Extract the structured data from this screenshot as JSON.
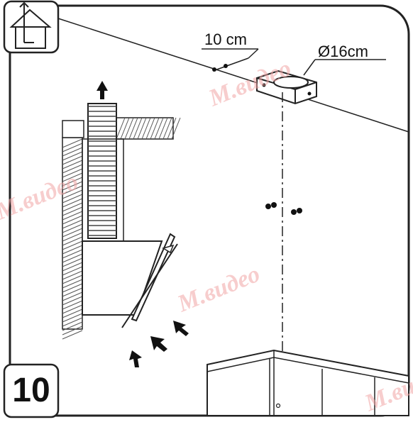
{
  "step": {
    "number": "10"
  },
  "annotations": {
    "hole_spacing": "10 cm",
    "duct_diameter": "Ø16cm"
  },
  "watermark": {
    "text": "М.видео"
  },
  "icons": {
    "corner": "house-chimney-icon",
    "airflow": "arrow-icon"
  },
  "colors": {
    "line": "#111111",
    "frame": "#222222",
    "hatch": "#555555",
    "watermark": "#f2a6a6"
  }
}
